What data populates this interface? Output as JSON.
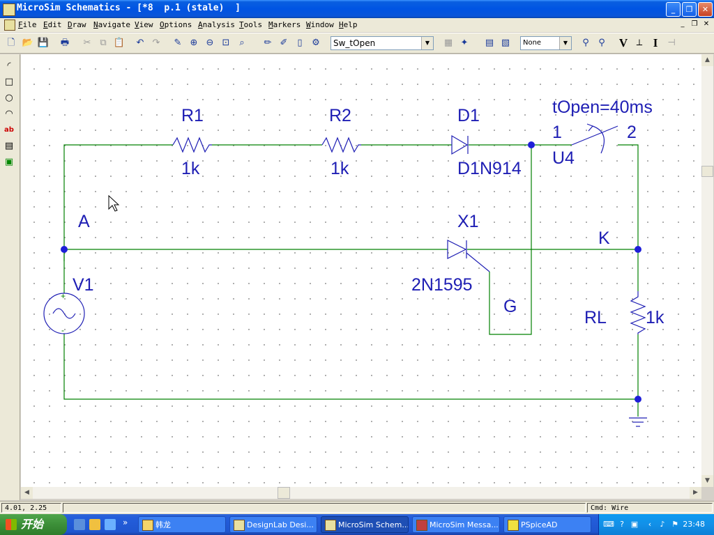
{
  "window": {
    "title": "MicroSim Schematics - [*8  p.1 (stale)  ]",
    "minimize": "_",
    "maximize": "❐",
    "close": "✕"
  },
  "menu": [
    "File",
    "Edit",
    "Draw",
    "Navigate",
    "View",
    "Options",
    "Analysis",
    "Tools",
    "Markers",
    "Window",
    "Help"
  ],
  "toolbar": {
    "part_combo": "Sw_tOpen",
    "zoom_combo": "None",
    "v_marker": "V",
    "i_marker": "I"
  },
  "schematic": {
    "labels": {
      "r1_ref": "R1",
      "r1_val": "1k",
      "r2_ref": "R2",
      "r2_val": "1k",
      "d1_ref": "D1",
      "d1_model": "D1N914",
      "sw_param": "tOpen=40ms",
      "sw_pin1": "1",
      "sw_pin2": "2",
      "sw_ref": "U4",
      "node_a": "A",
      "x1_ref": "X1",
      "x1_model": "2N1595",
      "node_k": "K",
      "gate": "G",
      "v1_ref": "V1",
      "rl_ref": "RL",
      "rl_val": "1k"
    },
    "wire_color": "#008000",
    "part_color": "#1e1eb4"
  },
  "status": {
    "coords": "4.01,   2.25",
    "cmd": "Cmd: Wire"
  },
  "taskbar": {
    "start": "开始",
    "tasks": [
      "韩龙",
      "DesignLab Desi...",
      "MicroSim Schem...",
      "MicroSim Messa...",
      "PSpiceAD"
    ],
    "clock": "23:48"
  }
}
